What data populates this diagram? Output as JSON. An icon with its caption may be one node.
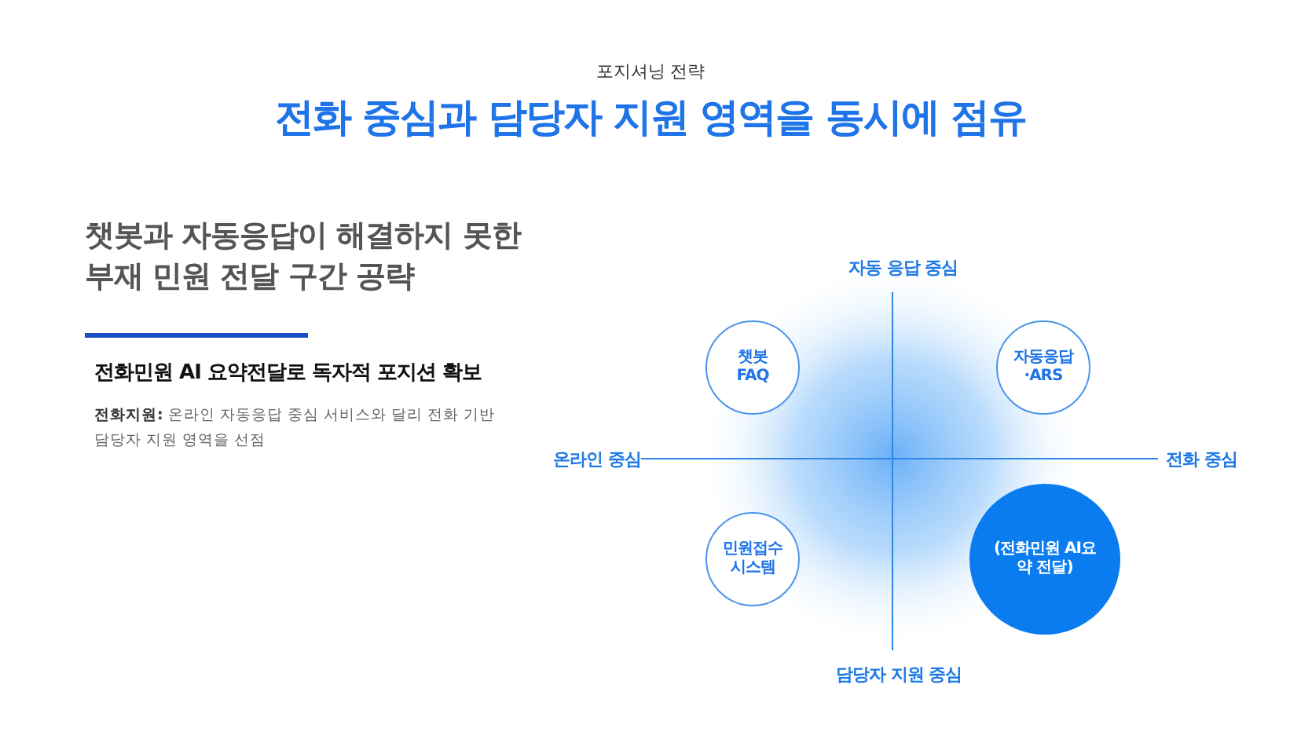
{
  "diagram": {
    "title": "전화 중심과 담당자 지원 영역을 동시에 점유",
    "nodes": [
      {
        "text": [
          "챗봇 FAQ"
        ]
      },
      {
        "text": [
          "자동응답 ·ARS"
        ]
      },
      {
        "text": [
          "민원접수 시스템"
        ]
      },
      {
        "text": [
          "(전화민원 AI요약 전달)"
        ]
      }
    ],
    "labels": [
      "포지셔닝 전략",
      "챗봇과 자동응답이 해결하지 못한 부재 민원 전달 구간 공략",
      "전화민원 AI 요약전달로 독자적 포지션 확보",
      "**전화지원:** 온라인 자동응답 중심 서비스와 달리 전화 기반 담당자 지원 영역을 선점",
      "자동 응답 중심",
      "온라인 중심",
      "전화 중심",
      "담당자 지원 중심"
    ]
  }
}
